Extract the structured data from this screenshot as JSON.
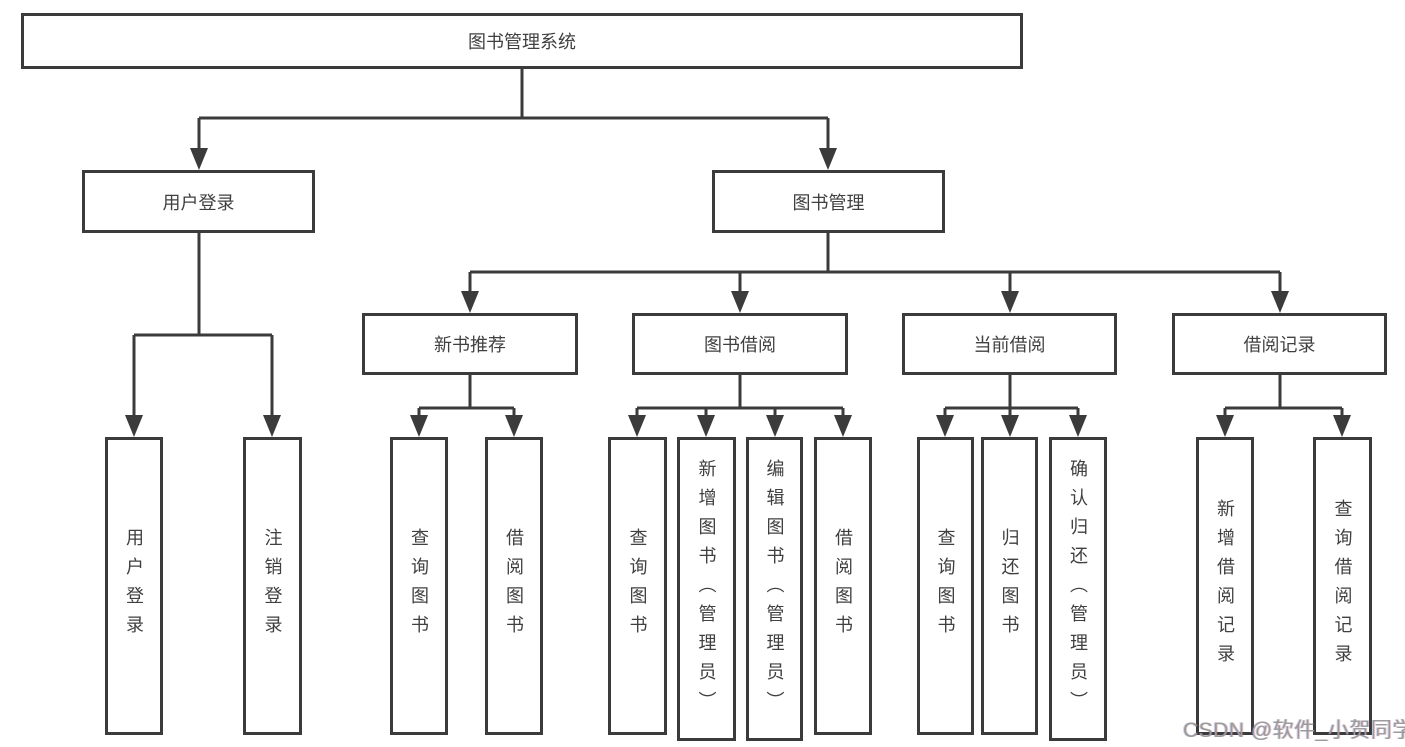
{
  "diagram_title": "图书管理系统",
  "nodes": {
    "root": "图书管理系统",
    "level2": [
      "用户登录",
      "图书管理"
    ],
    "level3": [
      "新书推荐",
      "图书借阅",
      "当前借阅",
      "借阅记录"
    ],
    "leaves_user_login": [
      "用户登录",
      "注销登录"
    ],
    "leaves_new_books": [
      "查询图书",
      "借阅图书"
    ],
    "leaves_book_borrow": [
      "查询图书",
      "新增图书（管理员）",
      "编辑图书（管理员）",
      "借阅图书"
    ],
    "leaves_current_borrow": [
      "查询图书",
      "归还图书",
      "确认归还（管理员）"
    ],
    "leaves_borrow_records": [
      "新增借阅记录",
      "查询借阅记录"
    ]
  },
  "tree": {
    "root": "图书管理系统",
    "children": [
      {
        "label": "用户登录",
        "children": [
          "用户登录",
          "注销登录"
        ]
      },
      {
        "label": "图书管理",
        "children": [
          {
            "label": "新书推荐",
            "children": [
              "查询图书",
              "借阅图书"
            ]
          },
          {
            "label": "图书借阅",
            "children": [
              "查询图书",
              "新增图书（管理员）",
              "编辑图书（管理员）",
              "借阅图书"
            ]
          },
          {
            "label": "当前借阅",
            "children": [
              "查询图书",
              "归还图书",
              "确认归还（管理员）"
            ]
          },
          {
            "label": "借阅记录",
            "children": [
              "新增借阅记录",
              "查询借阅记录"
            ]
          }
        ]
      }
    ]
  },
  "watermark": "CSDN @软件_小贺同学",
  "colors": {
    "line": "#3b3b3b",
    "text": "#404040",
    "watermark": "#9b9b9b",
    "background": "#ffffff"
  }
}
